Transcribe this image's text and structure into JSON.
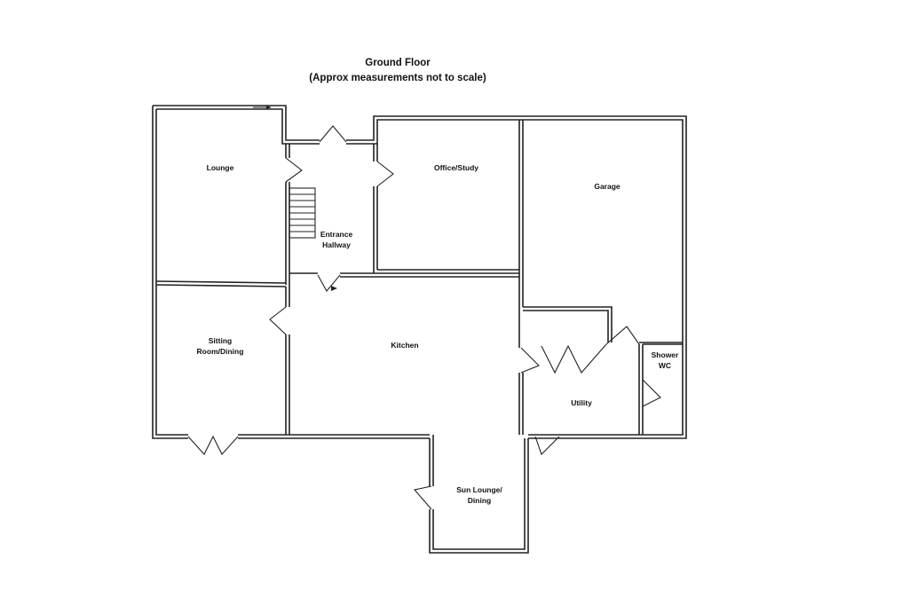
{
  "header": {
    "title": "Ground Floor",
    "subtitle": "(Approx measurements not to scale)"
  },
  "rooms": {
    "lounge": "Lounge",
    "entrance_1": "Entrance",
    "entrance_2": "Hallway",
    "office": "Office/Study",
    "garage": "Garage",
    "sitting_1": "Sitting",
    "sitting_2": "Room/Dining",
    "kitchen": "Kitchen",
    "shower_1": "Shower",
    "shower_2": "WC",
    "utility": "Utility",
    "sun_1": "Sun Lounge/",
    "sun_2": "Dining"
  },
  "colors": {
    "wall": "#222222",
    "background": "#ffffff"
  }
}
